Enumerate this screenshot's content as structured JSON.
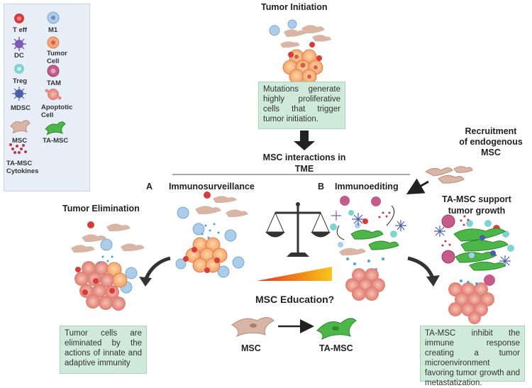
{
  "legend": {
    "items": [
      {
        "label": "T eff",
        "icon": "t-eff-cell-icon"
      },
      {
        "label": "M1",
        "icon": "m1-macrophage-icon"
      },
      {
        "label": "DC",
        "icon": "dendritic-cell-icon"
      },
      {
        "label": "Tumor Cell",
        "icon": "tumor-cell-icon"
      },
      {
        "label": "Treg",
        "icon": "treg-cell-icon"
      },
      {
        "label": "TAM",
        "icon": "tam-cell-icon"
      },
      {
        "label": "MDSC",
        "icon": "mdsc-cell-icon"
      },
      {
        "label": "Apoptotic Cell",
        "icon": "apoptotic-cell-icon"
      },
      {
        "label": "MSC",
        "icon": "msc-cell-icon"
      },
      {
        "label": "TA-MSC",
        "icon": "ta-msc-cell-icon"
      },
      {
        "label": "TA-MSC Cytokines",
        "icon": "cytokines-icon"
      }
    ]
  },
  "tumor_initiation": {
    "title": "Tumor Initiation",
    "text": "Mutations generate highly proliferative cells that trigger tumor initiation."
  },
  "msc_interactions": {
    "line1": "MSC interactions in",
    "line2": "TME"
  },
  "recruitment": {
    "line1": "Recruitment",
    "line2": "of endogenous",
    "line3": "MSC"
  },
  "panel_a": {
    "letter": "A",
    "title": "Immunosurveillance"
  },
  "panel_b": {
    "letter": "B",
    "title": "Immunoediting"
  },
  "tumor_elimination": {
    "title": "Tumor Elimination",
    "text": "Tumor cells are eliminated by the actions of innate and adaptive immunity"
  },
  "ta_msc_support": {
    "line1": "TA-MSC support",
    "line2": "tumor growth",
    "text": "TA-MSC inhibit the immune response creating a tumor microenvironment favoring tumor growth and metastatization."
  },
  "education": {
    "title": "MSC Education?",
    "from": "MSC",
    "to": "TA-MSC"
  },
  "colors": {
    "t_eff": "#d93a3a",
    "m1": "#a9cdea",
    "dc": "#7b5bb5",
    "tumor": "#f3a77a",
    "treg": "#7fd4d2",
    "tam": "#c45b8a",
    "mdsc": "#4b5fa8",
    "apoptotic": "#e98a80",
    "msc": "#d9b5a6",
    "ta_msc": "#4cb648",
    "green_box": "#cfeadb"
  }
}
